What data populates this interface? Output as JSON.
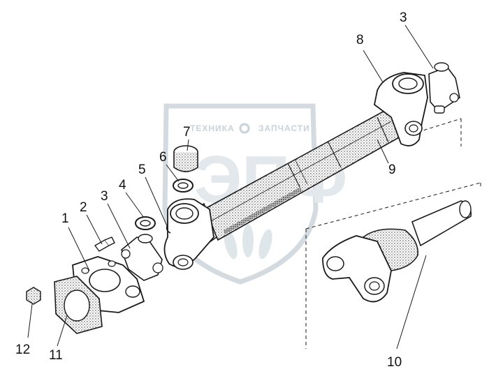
{
  "watermark": {
    "left_text": "ТЕХНИКА",
    "right_text": "ЗАПЧАСТИ",
    "logo_text": "ЭПФ",
    "color": "#c9d2d9"
  },
  "callouts": [
    {
      "id": "c12",
      "text": "12"
    },
    {
      "id": "c11",
      "text": "11"
    },
    {
      "id": "c1",
      "text": "1"
    },
    {
      "id": "c2",
      "text": "2"
    },
    {
      "id": "c3a",
      "text": "3"
    },
    {
      "id": "c4",
      "text": "4"
    },
    {
      "id": "c5",
      "text": "5"
    },
    {
      "id": "c6",
      "text": "6"
    },
    {
      "id": "c7",
      "text": "7"
    },
    {
      "id": "c8",
      "text": "8"
    },
    {
      "id": "c3b",
      "text": "3"
    },
    {
      "id": "c9",
      "text": "9"
    },
    {
      "id": "c10",
      "text": "10"
    }
  ],
  "colors": {
    "line": "#1a1a1a",
    "shade": "#7a7a7a"
  }
}
